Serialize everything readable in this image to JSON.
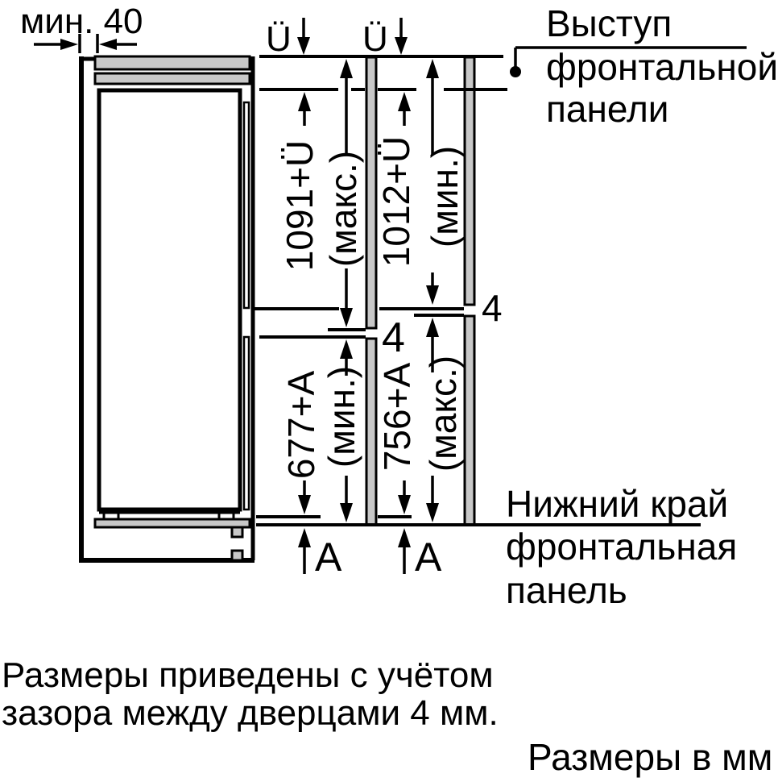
{
  "colors": {
    "ink": "#000000",
    "panel_fill": "#c8c8c8",
    "background": "#ffffff"
  },
  "labels": {
    "min_gap": "мин. 40",
    "overhang_left": "Ü",
    "overhang_right": "Ü",
    "protrusion_line1": "Выступ",
    "protrusion_line2": "фронтальной",
    "protrusion_line3": "панели",
    "upper_left_dim": "1091+Ü",
    "upper_left_note": "(макс.)",
    "upper_right_dim": "1012+Ü",
    "upper_right_note": "(мин.)",
    "lower_left_dim": "677+A",
    "lower_left_note": "(мин.)",
    "lower_right_dim": "756+A",
    "lower_right_note": "(макс.)",
    "door_gap_left": "4",
    "door_gap_right": "4",
    "bottom_offset_left": "A",
    "bottom_offset_right": "A",
    "bottom_edge_line1": "Нижний край",
    "bottom_edge_line2": "фронтальная",
    "bottom_edge_line3": "панель",
    "note_line1": "Размеры приведены с учётом",
    "note_line2": "зазора между дверцами 4 мм.",
    "units": "Размеры в мм"
  }
}
